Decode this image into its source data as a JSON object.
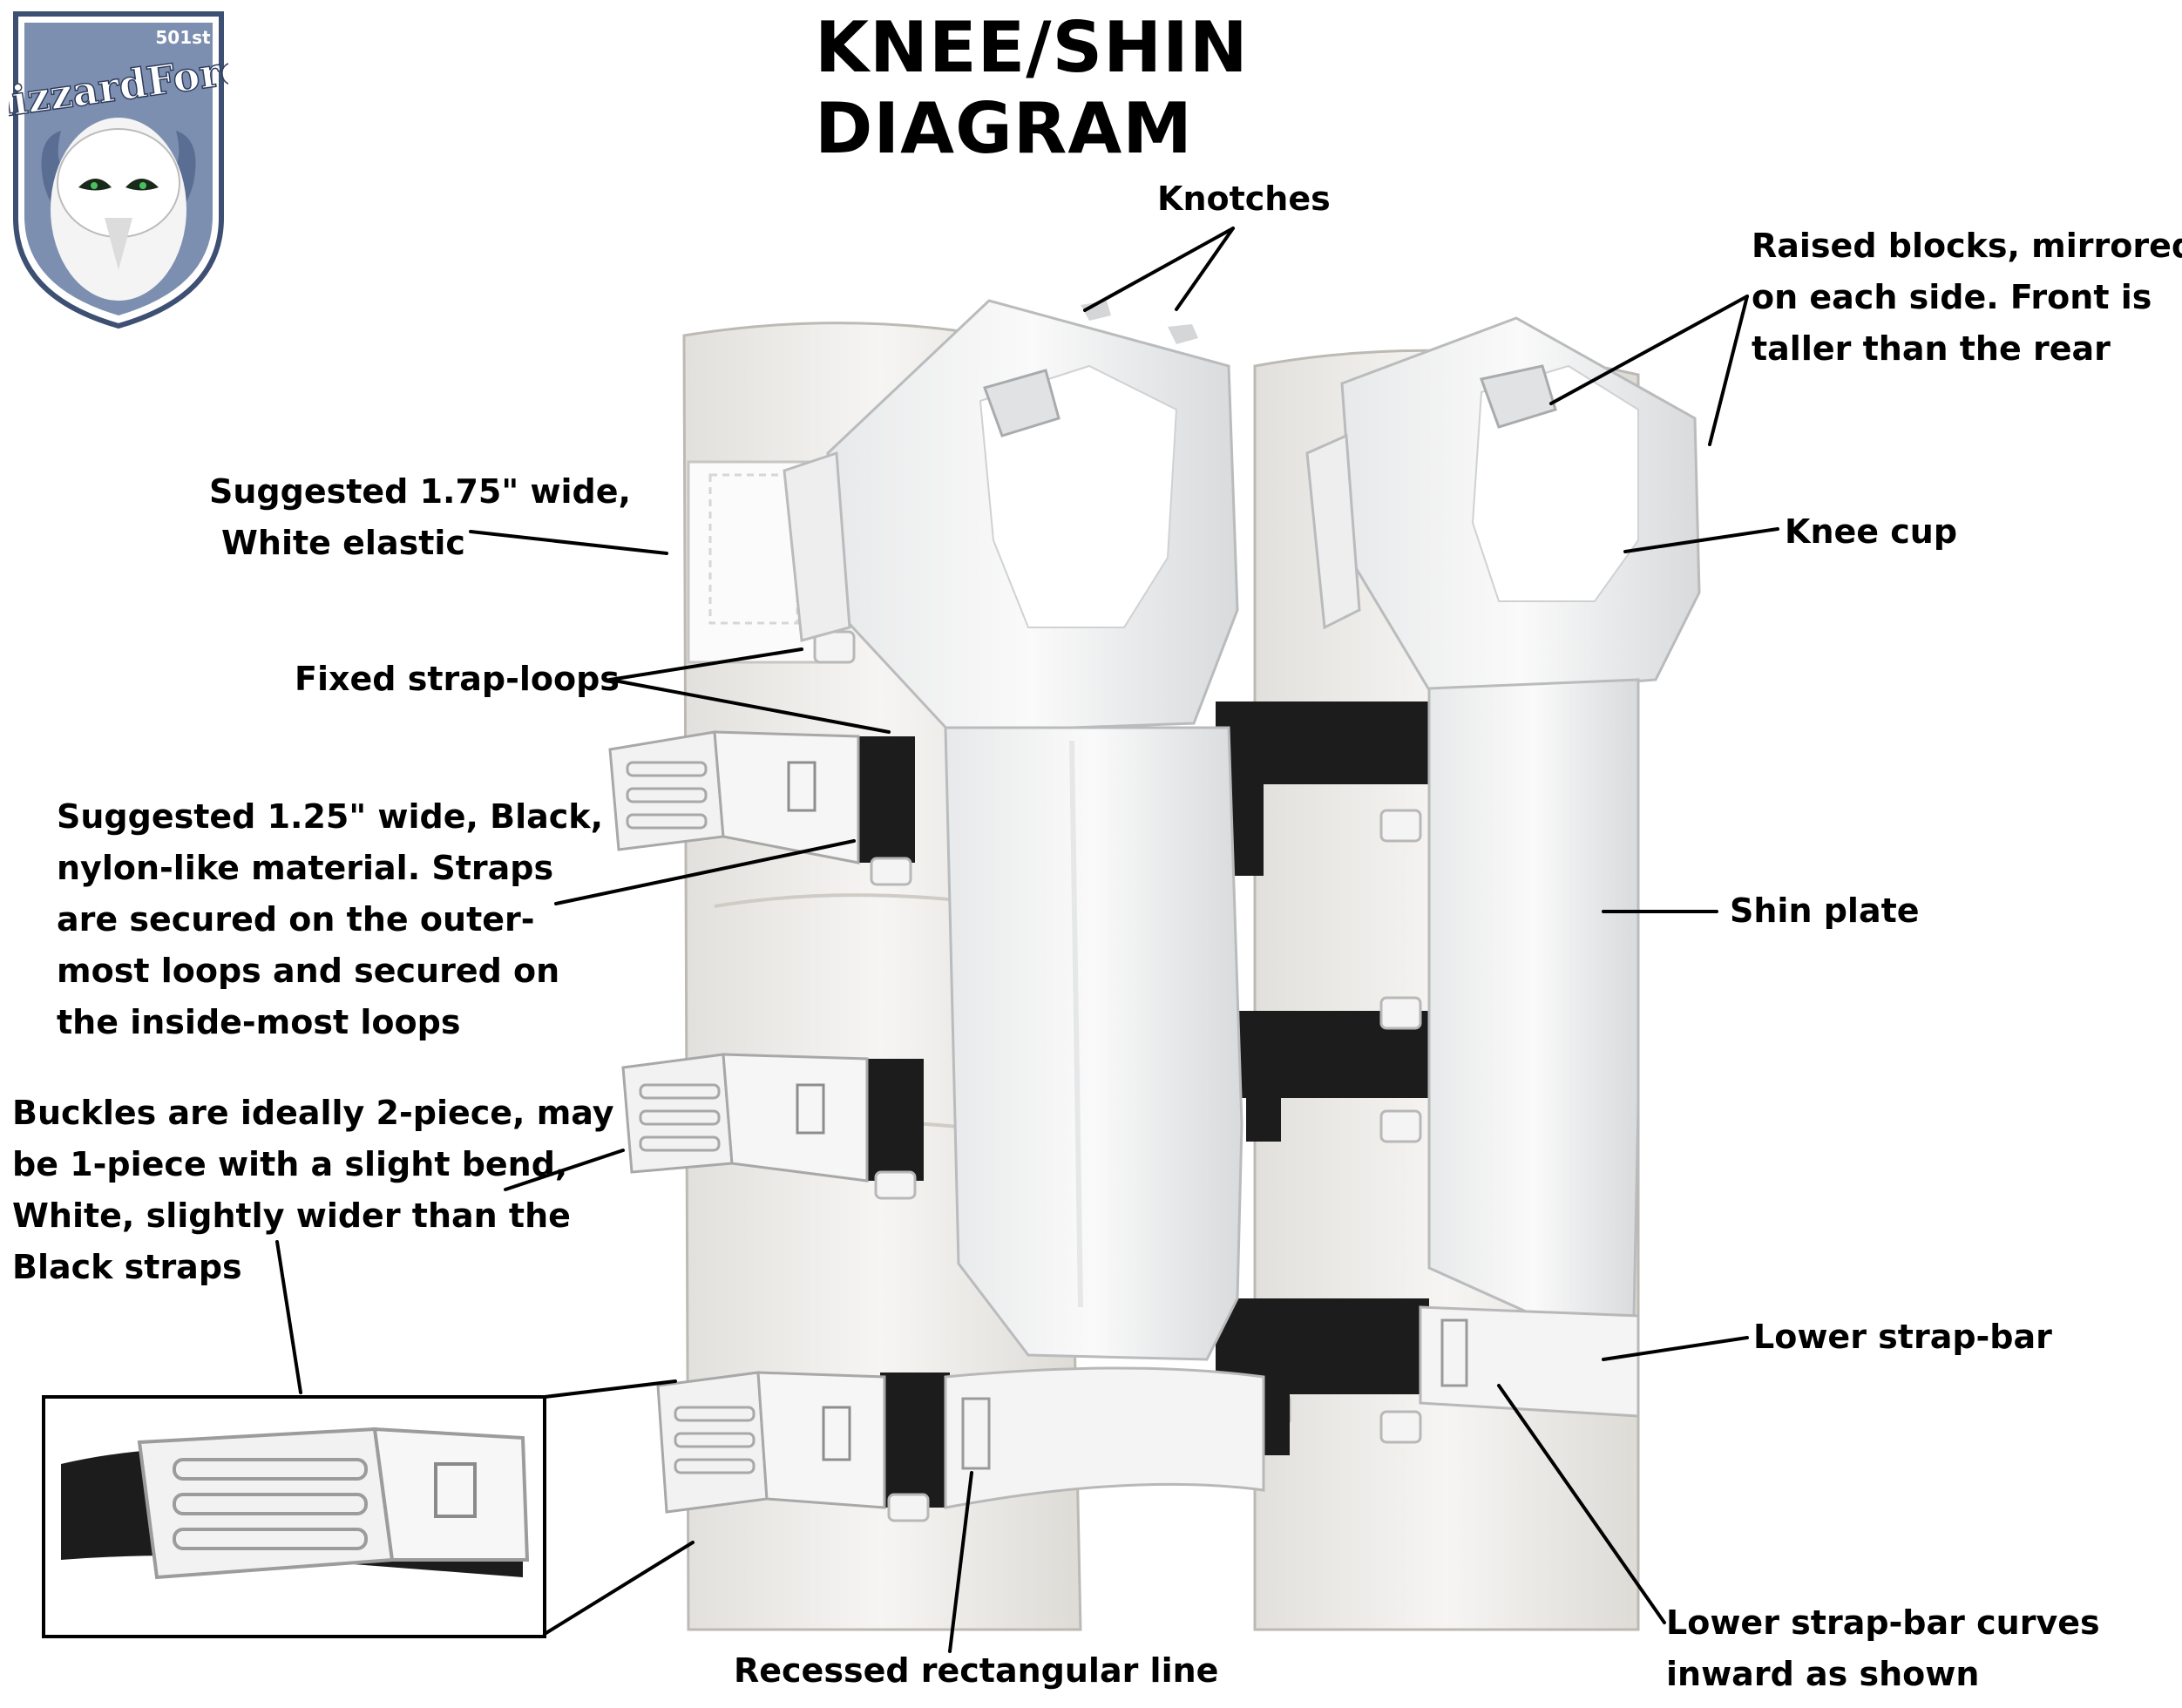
{
  "title": "KNEE/SHIN DIAGRAM",
  "logo": {
    "text": "BlizzardForce",
    "badge": "501st"
  },
  "labels": {
    "knotches": "Knotches",
    "raised_blocks": [
      "Raised blocks, mirrored",
      "on each side. Front is",
      "taller than the rear"
    ],
    "elastic": [
      "Suggested 1.75\" wide,",
      "White elastic"
    ],
    "knee_cup": "Knee cup",
    "strap_loops": "Fixed strap-loops",
    "straps": [
      "Suggested 1.25\" wide, Black,",
      "nylon-like material. Straps",
      "are secured on the outer-",
      "most loops and secured on",
      "the inside-most loops"
    ],
    "shin_plate": "Shin plate",
    "buckles": [
      "Buckles are ideally 2-piece, may",
      "be 1-piece with a slight bend,",
      "White, slightly wider than the",
      "Black straps"
    ],
    "lower_bar": "Lower strap-bar",
    "bar_curves": [
      "Lower strap-bar curves",
      "inward as shown"
    ],
    "recessed": "Recessed rectangular line"
  },
  "colors": {
    "plastic": "#f0f0f0",
    "plastic_shade": "#d4d6d8",
    "strap": "#1c1c1c",
    "fabric": "#eceae6",
    "logo_blue": "#7d8fb0",
    "text": "#000000"
  }
}
